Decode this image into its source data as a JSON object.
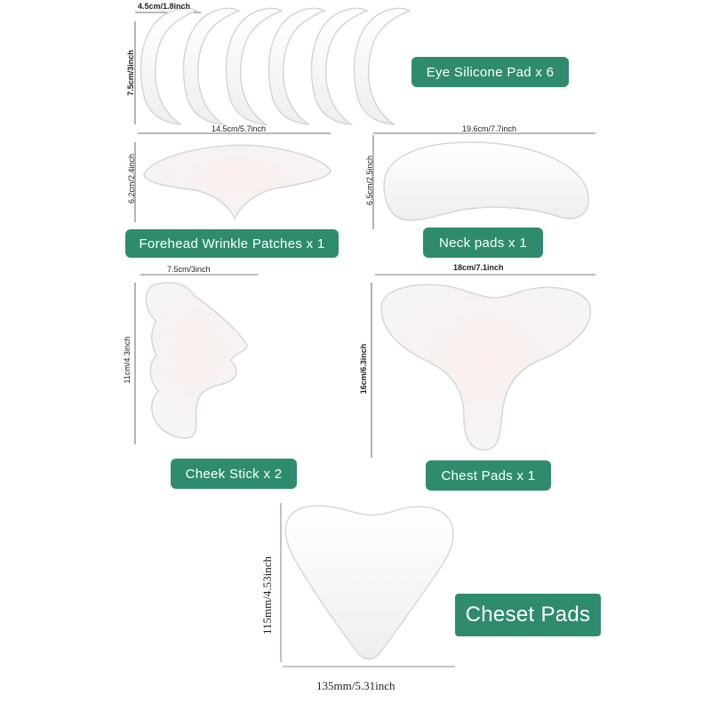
{
  "eye_pad": {
    "label": "Eye Silicone Pad x 6",
    "width_dim": "4.5cm/1.8inch",
    "height_dim": "7.5cm/3inch",
    "count": 6
  },
  "forehead": {
    "label": "Forehead Wrinkle Patches x 1",
    "width_dim": "14.5cm/5.7inch",
    "height_dim": "6.2cm/2.4inch"
  },
  "neck": {
    "label": "Neck pads x 1",
    "width_dim": "19.6cm/7.7inch",
    "height_dim": "6.5cm/2.5inch"
  },
  "cheek": {
    "label": "Cheek Stick x 2",
    "width_dim": "7.5cm/3inch",
    "height_dim": "11cm/4.3inch"
  },
  "chest": {
    "label": "Chest Pads x 1",
    "width_dim": "18cm/7.1inch",
    "height_dim": "16cm/6.3inch"
  },
  "cheset": {
    "label": "Cheset Pads",
    "width_dim": "135mm/5.31inch",
    "height_dim": "115mm/4.53inch"
  },
  "colors": {
    "label_bg": "#2e8b6e",
    "label_text": "#ffffff",
    "pad_fill": "#f4f4f4",
    "pad_edge": "#d8d8d8"
  }
}
